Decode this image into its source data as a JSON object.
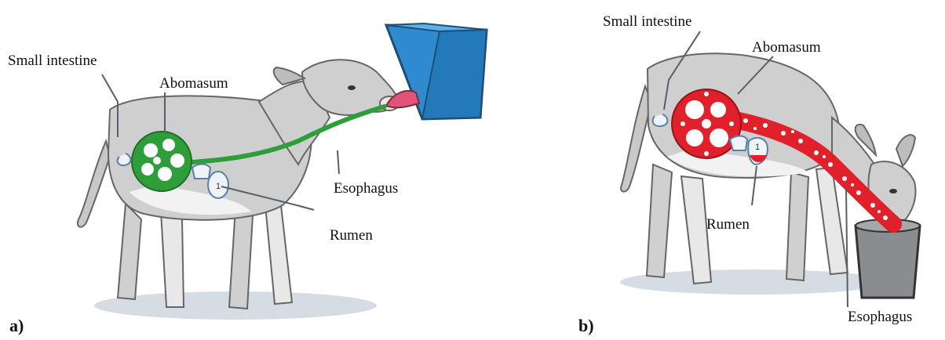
{
  "panels": {
    "a": {
      "panel_label": "a)",
      "labels": {
        "small_intestine": "Small intestine",
        "abomasum": "Abomasum",
        "esophagus": "Esophagus",
        "rumen": "Rumen",
        "rumen_number": "1"
      },
      "colors": {
        "digestive_path": "#2e9e3a",
        "bucket": "#2f8ad0",
        "teat": "#e0547a"
      }
    },
    "b": {
      "panel_label": "b)",
      "labels": {
        "small_intestine": "Small intestine",
        "abomasum": "Abomasum",
        "esophagus": "Esophagus",
        "rumen": "Rumen",
        "rumen_number": "1"
      },
      "colors": {
        "digestive_path": "#e0202a",
        "bucket": "#8a8d90"
      }
    }
  }
}
